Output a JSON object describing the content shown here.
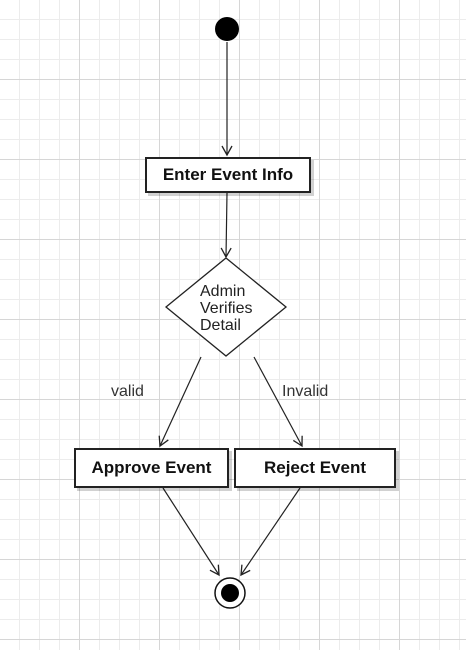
{
  "diagram": {
    "type": "uml-activity",
    "nodes": {
      "enter_event": {
        "label": "Enter Event Info"
      },
      "decision": {
        "lines": [
          "Admin",
          "Verifies",
          "Detail"
        ]
      },
      "approve_event": {
        "label": "Approve Event"
      },
      "reject_event": {
        "label": "Reject Event"
      }
    },
    "guards": {
      "valid": "valid",
      "invalid": "Invalid"
    },
    "colors": {
      "stroke": "#222222",
      "fill": "#ffffff",
      "node_fill": "#000000"
    }
  }
}
